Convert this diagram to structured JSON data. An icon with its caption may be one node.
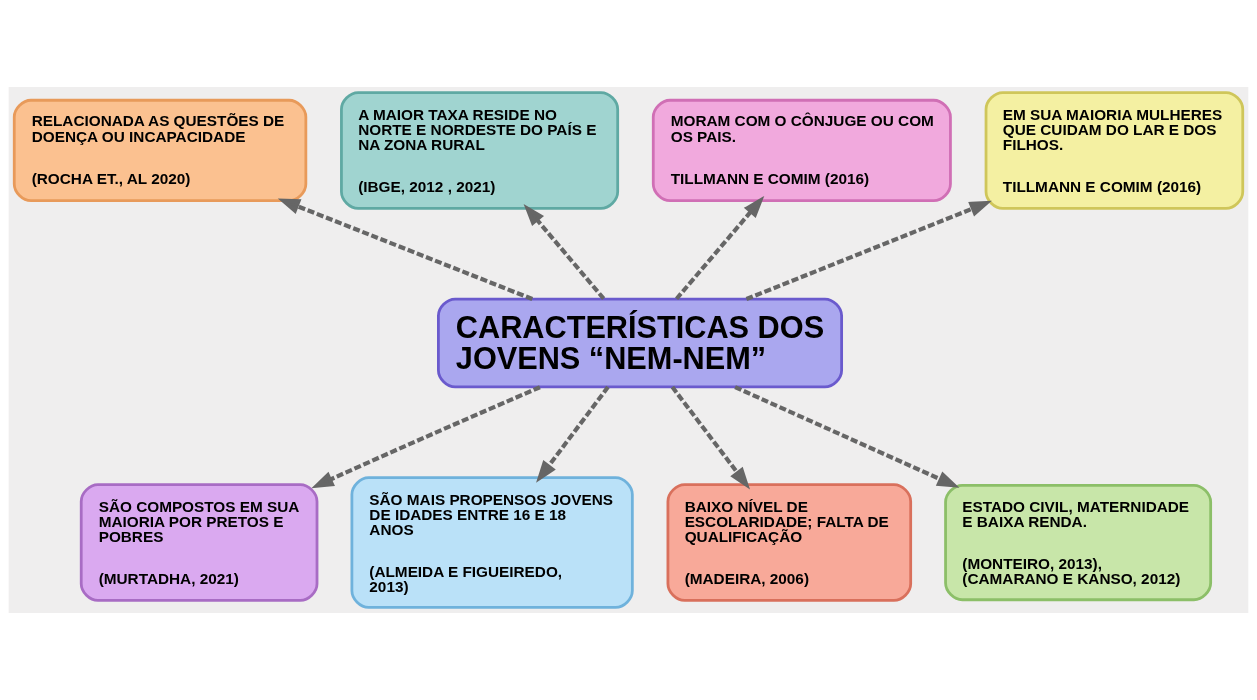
{
  "diagram": {
    "nodes": [
      {
        "text": [
          "CARACTERÍSTICAS DOS JOVENS “NEM-NEM”"
        ]
      },
      {
        "text": [
          "RELACIONADA AS QUESTÕES DE DOENÇA OU INCAPACIDADE",
          "(ROCHA ET., AL 2020)"
        ]
      },
      {
        "text": [
          "A MAIOR TAXA RESIDE NO NORTE E NORDESTE DO PAÍS E NA ZONA RURAL",
          "(IBGE, 2012 , 2021)"
        ]
      },
      {
        "text": [
          "MORAM COM O CÔNJUGE OU COM OS PAIS.",
          "TILLMANN E COMIM (2016)"
        ]
      },
      {
        "text": [
          "EM SUA MAIORIA MULHERES QUE CUIDAM DO LAR E DOS FILHOS.",
          "TILLMANN E COMIM (2016)"
        ]
      },
      {
        "text": [
          "SÃO COMPOSTOS EM SUA MAIORIA POR PRETOS E POBRES",
          "(MURTADHA, 2021)"
        ]
      },
      {
        "text": [
          "SÃO MAIS PROPENSOS JOVENS DE IDADES ENTRE 16 E 18 ANOS",
          "(ALMEIDA E FIGUEIREDO, 2013)"
        ]
      },
      {
        "text": [
          "BAIXO NÍVEL DE ESCOLARIDADE; FALTA DE QUALIFICAÇÃO",
          "(MADEIRA, 2006)"
        ]
      },
      {
        "text": [
          "ESTADO CIVIL, MATERNIDADE E BAIXA RENDA.",
          "(MONTEIRO, 2013), (CAMARANO E KANSO, 2012)"
        ]
      }
    ],
    "edges": [
      {
        "from": 0,
        "to": 1,
        "arrow": "to",
        "style": "dashed"
      },
      {
        "from": 0,
        "to": 2,
        "arrow": "to",
        "style": "dashed"
      },
      {
        "from": 0,
        "to": 3,
        "arrow": "to",
        "style": "dashed"
      },
      {
        "from": 0,
        "to": 4,
        "arrow": "to",
        "style": "dashed"
      },
      {
        "from": 0,
        "to": 5,
        "arrow": "to",
        "style": "dashed"
      },
      {
        "from": 0,
        "to": 6,
        "arrow": "to",
        "style": "dashed"
      },
      {
        "from": 0,
        "to": 7,
        "arrow": "to",
        "style": "dashed"
      },
      {
        "from": 0,
        "to": 8,
        "arrow": "to",
        "style": "dashed"
      }
    ]
  }
}
